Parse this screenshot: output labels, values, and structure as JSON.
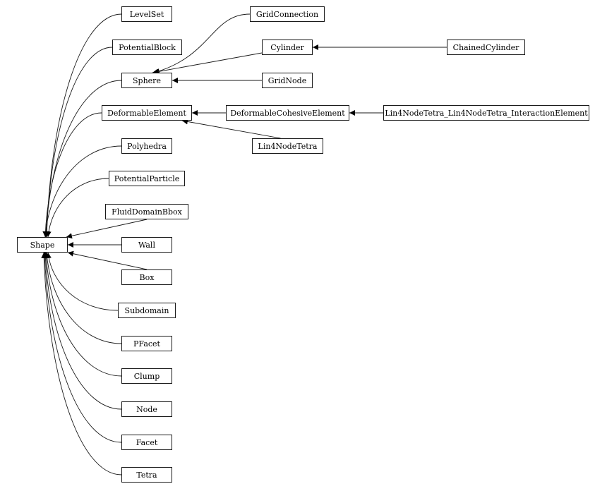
{
  "diagram": {
    "nodes": {
      "shape": "Shape",
      "levelset": "LevelSet",
      "potentialblock": "PotentialBlock",
      "sphere": "Sphere",
      "deformableelement": "DeformableElement",
      "polyhedra": "Polyhedra",
      "potentialparticle": "PotentialParticle",
      "fluiddomainbbox": "FluidDomainBbox",
      "wall": "Wall",
      "box": "Box",
      "subdomain": "Subdomain",
      "pfacet": "PFacet",
      "clump": "Clump",
      "node": "Node",
      "facet": "Facet",
      "tetra": "Tetra",
      "gridconnection": "GridConnection",
      "cylinder": "Cylinder",
      "gridnode": "GridNode",
      "deformablecohesiveelement": "DeformableCohesiveElement",
      "lin4nodetetra": "Lin4NodeTetra",
      "chainedcylinder": "ChainedCylinder",
      "lin4nodetetra_interaction": "Lin4NodeTetra_Lin4NodeTetra_InteractionElement"
    },
    "edges": [
      {
        "from": "levelset",
        "to": "shape"
      },
      {
        "from": "potentialblock",
        "to": "shape"
      },
      {
        "from": "sphere",
        "to": "shape"
      },
      {
        "from": "deformableelement",
        "to": "shape"
      },
      {
        "from": "polyhedra",
        "to": "shape"
      },
      {
        "from": "potentialparticle",
        "to": "shape"
      },
      {
        "from": "fluiddomainbbox",
        "to": "shape"
      },
      {
        "from": "wall",
        "to": "shape"
      },
      {
        "from": "box",
        "to": "shape"
      },
      {
        "from": "subdomain",
        "to": "shape"
      },
      {
        "from": "pfacet",
        "to": "shape"
      },
      {
        "from": "clump",
        "to": "shape"
      },
      {
        "from": "node",
        "to": "shape"
      },
      {
        "from": "facet",
        "to": "shape"
      },
      {
        "from": "tetra",
        "to": "shape"
      },
      {
        "from": "gridconnection",
        "to": "sphere"
      },
      {
        "from": "cylinder",
        "to": "sphere"
      },
      {
        "from": "gridnode",
        "to": "sphere"
      },
      {
        "from": "chainedcylinder",
        "to": "cylinder"
      },
      {
        "from": "deformablecohesiveelement",
        "to": "deformableelement"
      },
      {
        "from": "lin4nodetetra",
        "to": "deformableelement"
      },
      {
        "from": "lin4nodetetra_interaction",
        "to": "deformablecohesiveelement"
      }
    ]
  }
}
